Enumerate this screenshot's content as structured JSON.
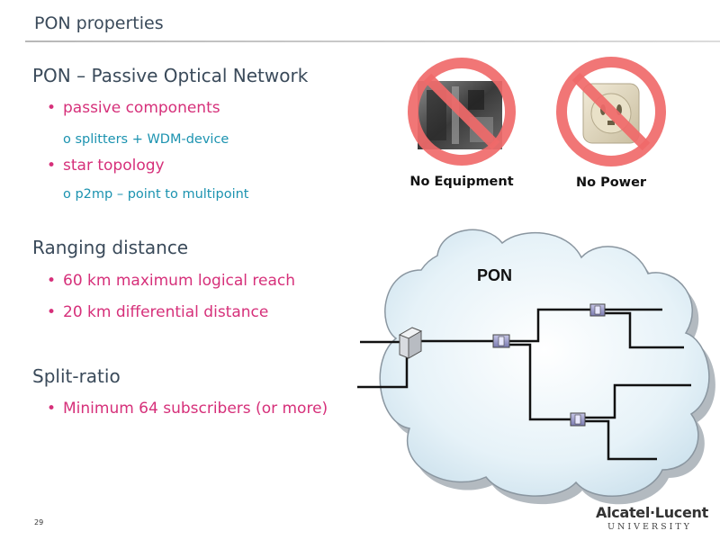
{
  "slide": {
    "title": "PON properties",
    "page_number": "29"
  },
  "sections": [
    {
      "heading": "PON – Passive Optical Network",
      "items": [
        {
          "type": "bullet",
          "text": "passive components"
        },
        {
          "type": "sub",
          "text": "o splitters + WDM-device"
        },
        {
          "type": "bullet",
          "text": "star topology"
        },
        {
          "type": "sub",
          "text": "o p2mp – point to multipoint"
        }
      ]
    },
    {
      "heading": "Ranging distance",
      "items": [
        {
          "type": "bullet",
          "text": "60 km maximum logical reach"
        },
        {
          "type": "bullet",
          "text": "20 km differential distance"
        }
      ]
    },
    {
      "heading": "Split-ratio",
      "items": [
        {
          "type": "bullet",
          "text": "Minimum 64 subscribers (or more)"
        }
      ]
    }
  ],
  "icons": {
    "no_equipment_label": "No Equipment",
    "no_power_label": "No Power"
  },
  "diagram": {
    "cloud_label": "PON"
  },
  "logo": {
    "brand": "Alcatel·Lucent",
    "sub": "UNIVERSITY"
  },
  "colors": {
    "heading": "#3a4a5a",
    "bullet": "#d6307a",
    "sub_bullet": "#1c93b0",
    "prohibition": "#f06a6a"
  }
}
